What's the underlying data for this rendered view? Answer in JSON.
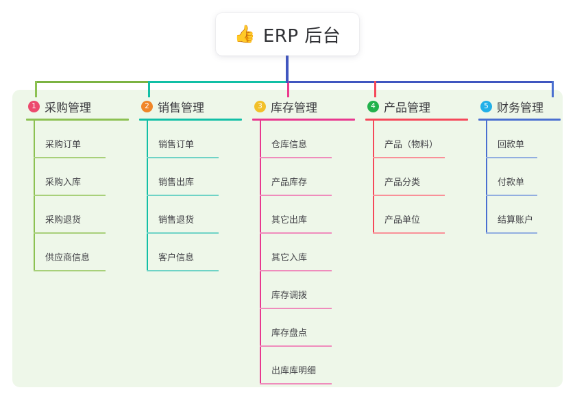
{
  "root": {
    "icon": "thumbs-up-icon",
    "emoji": "👍",
    "title": "ERP 后台"
  },
  "palette": {
    "panel_bg": "#eef7e9",
    "card_bg": "#ffffff",
    "stem": "#4056c0",
    "bus_green": "#7cb342",
    "bus_teal": "#12bfa6",
    "bus_blue": "#4056c0"
  },
  "columns": [
    {
      "index": "1",
      "title": "采购管理",
      "badge_color": "#ec4a6e",
      "line_color": "#8cc152",
      "leaf_color": "#a8d07a",
      "drop_color": "#8cc152",
      "items": [
        "采购订单",
        "采购入库",
        "采购退货",
        "供应商信息"
      ]
    },
    {
      "index": "2",
      "title": "销售管理",
      "badge_color": "#f08629",
      "line_color": "#12bfa6",
      "leaf_color": "#6fd3c6",
      "drop_color": "#12bfa6",
      "items": [
        "销售订单",
        "销售出库",
        "销售退货",
        "客户信息"
      ]
    },
    {
      "index": "3",
      "title": "库存管理",
      "badge_color": "#f2c029",
      "line_color": "#e8388f",
      "leaf_color": "#ef8cbc",
      "drop_color": "#ec3b8e",
      "items": [
        "仓库信息",
        "产品库存",
        "其它出库",
        "其它入库",
        "库存调拨",
        "库存盘点",
        "出库库明细"
      ]
    },
    {
      "index": "4",
      "title": "产品管理",
      "badge_color": "#22b24c",
      "line_color": "#f5485a",
      "leaf_color": "#f99098",
      "drop_color": "#f5485a",
      "items": [
        "产品（物料）",
        "产品分类",
        "产品单位"
      ]
    },
    {
      "index": "5",
      "title": "财务管理",
      "badge_color": "#22b0e8",
      "line_color": "#4a6fd0",
      "leaf_color": "#92aee0",
      "drop_color": "#4a6fd0",
      "items": [
        "回款单",
        "付款单",
        "结算账户"
      ]
    }
  ]
}
